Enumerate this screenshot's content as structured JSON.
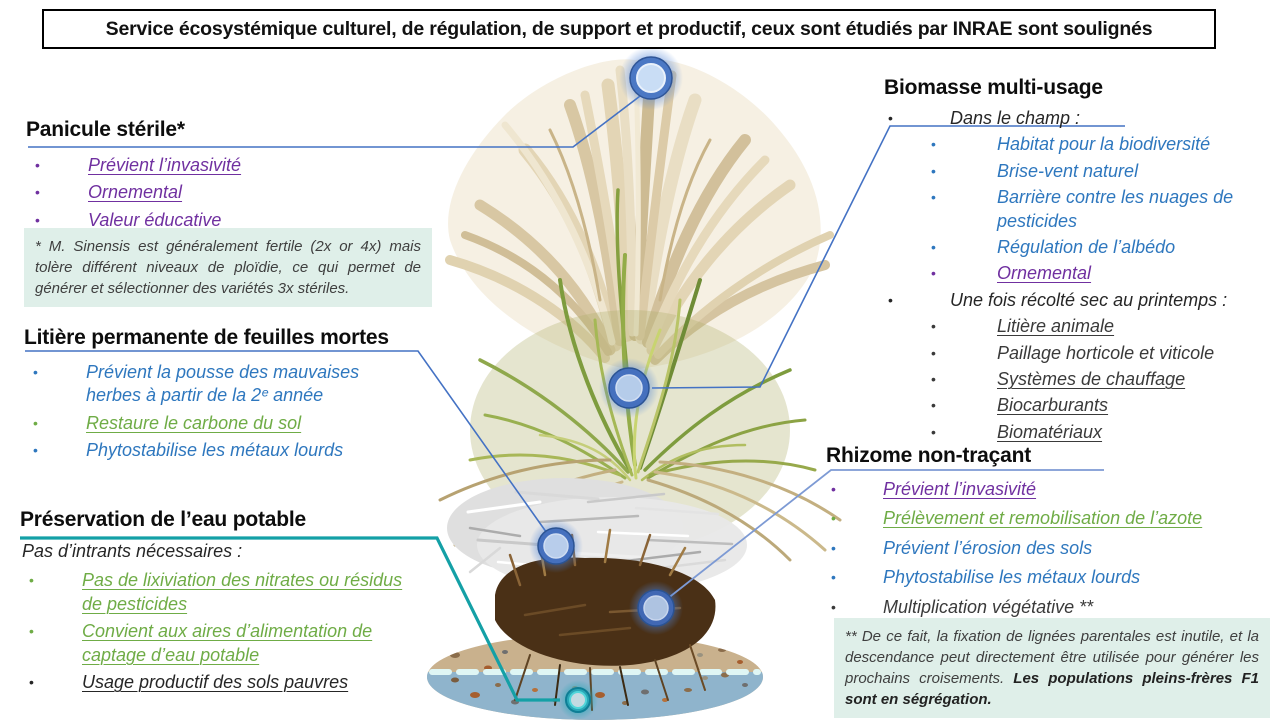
{
  "title": {
    "part1": "Service écosystémique ",
    "culturel": "culturel",
    "sep1": ", ",
    "regulation": "de régulation",
    "sep2": ", ",
    "support": "de support",
    "part2": " et productif, ceux sont étudiés par INRAE sont soulignés"
  },
  "colors": {
    "purple": "#7030A0",
    "blue": "#2E77BE",
    "green": "#6FAC46",
    "teal": "#14A0A6",
    "connector_blue": "#4472C4",
    "note_background": "#DFEFE9"
  },
  "left": {
    "panicule": {
      "heading": "Panicule stérile*",
      "items": [
        {
          "text": "Prévient l’invasivité"
        },
        {
          "text": "Ornemental"
        },
        {
          "text": "Valeur éducative"
        }
      ]
    },
    "note1": "* M. Sinensis est généralement fertile (2x or 4x) mais tolère différent niveaux de ploïdie, ce qui permet de générer et sélectionner des variétés 3x stériles.",
    "litiere": {
      "heading": "Litière permanente de feuilles mortes",
      "items": [
        {
          "text": "Prévient la pousse des mauvaises herbes à partir de la 2ᵉ année"
        },
        {
          "text": "Restaure le carbone du sol"
        },
        {
          "text": "Phytostabilise les métaux lourds"
        }
      ]
    },
    "preservation": {
      "heading": "Préservation de l’eau potable",
      "intro": "Pas d’intrants nécessaires :",
      "items": [
        {
          "text": "Pas de lixiviation des nitrates ou résidus de pesticides"
        },
        {
          "text": "Convient aux aires d’alimentation de captage d’eau potable"
        },
        {
          "text": "Usage productif des sols pauvres"
        }
      ]
    }
  },
  "right": {
    "biomasse": {
      "heading": "Biomasse multi-usage",
      "group1_label": "Dans le champ :",
      "group1_items": [
        {
          "text": "Habitat pour la biodiversité"
        },
        {
          "text": "Brise-vent naturel"
        },
        {
          "text": "Barrière contre les nuages de pesticides"
        },
        {
          "text": "Régulation de l’albédo"
        },
        {
          "text": "Ornemental"
        }
      ],
      "group2_label": "Une fois récolté sec au printemps :",
      "group2_items": [
        {
          "text": "Litière animale"
        },
        {
          "text": "Paillage horticole et viticole"
        },
        {
          "text": "Systèmes de chauffage"
        },
        {
          "text": "Biocarburants"
        },
        {
          "text": "Biomatériaux"
        }
      ]
    },
    "rhizome": {
      "heading": "Rhizome non-traçant",
      "items": [
        {
          "text": "Prévient l’invasivité"
        },
        {
          "text": "Prélèvement et remobilisation de l’azote"
        },
        {
          "text": "Prévient l’érosion des sols"
        },
        {
          "text": "Phytostabilise les métaux lourds"
        },
        {
          "text": "Multiplication végétative **"
        }
      ]
    },
    "note2": {
      "text": "** De ce fait, la fixation de lignées parentales est inutile, et la descendance peut directement être utilisée pour générer les prochains croisements. ",
      "bold": "Les populations pleins-frères F1 sont en ségrégation."
    }
  }
}
